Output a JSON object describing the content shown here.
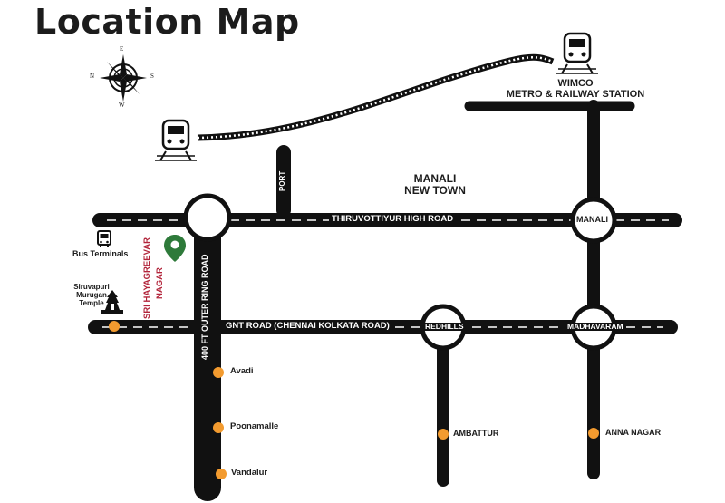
{
  "title": "Location Map",
  "roads": {
    "thiruvottiyur": "THIRUVOTTIYUR HIGH ROAD",
    "gnt": "GNT ROAD (CHENNAI KOLKATA ROAD)",
    "outer_ring": "400 FT  OUTER RING ROAD",
    "port": "PORT"
  },
  "junctions": {
    "manali": "MANALI",
    "redhills": "REDHILLS",
    "madhavaram": "MADHAVARAM"
  },
  "places": {
    "wimco_line1": "WIMCO",
    "wimco_line2": "METRO & RAILWAY STATION",
    "manali_new_town_line1": "MANALI",
    "manali_new_town_line2": "NEW TOWN",
    "bus_terminals": "Bus Terminals",
    "temple_line1": "Siruvapuri",
    "temple_line2": "Murugan",
    "temple_line3": "Temple",
    "project_line1": "SRI HAYAGREEVAR",
    "project_line2": "NAGAR",
    "avadi": "Avadi",
    "poonamalle": "Poonamalle",
    "vandalur": "Vandalur",
    "ambattur": "AMBATTUR",
    "anna_nagar": "ANNA NAGAR"
  },
  "compass": {
    "n": "E",
    "e": "S",
    "s": "W",
    "w": "N"
  },
  "colors": {
    "road": "#111111",
    "dot": "#f39b2f",
    "pin": "#2e7a3a",
    "project": "#b2243a"
  }
}
